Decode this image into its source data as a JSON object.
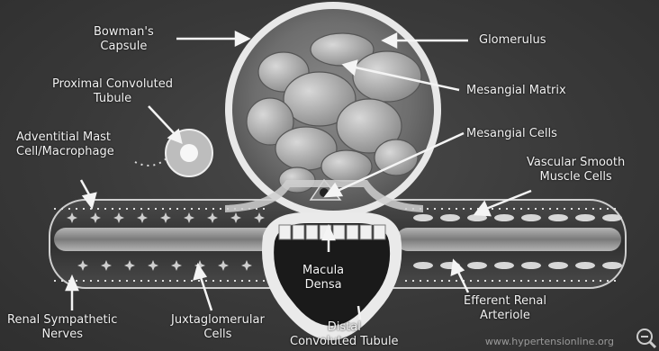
{
  "labels": {
    "bowmans_capsule": "Bowman's\nCapsule",
    "glomerulus": "Glomerulus",
    "proximal_tubule": "Proximal Convoluted\nTubule",
    "mesangial_matrix": "Mesangial Matrix",
    "mesangial_cells": "Mesangial Cells",
    "adventitial_mast": "Adventitial Mast\nCell/Macrophage",
    "vascular_smooth": "Vascular Smooth\nMuscle Cells",
    "macula_densa": "Macula\nDensa",
    "efferent_arteriole": "Efferent Renal\nArteriole",
    "renal_sympathetic": "Renal Sympathetic\nNerves",
    "juxtaglomerular": "Juxtaglomerular\nCells",
    "distal_tubule": "Distal\nConvoluted Tubule"
  },
  "watermark": "www.hypertensionline.org",
  "icons": {
    "zoom_out": "zoom-out-icon"
  },
  "colors": {
    "background": "#3a3a3a",
    "label": "#f2f2f2",
    "structure": "#9e9e9e"
  }
}
